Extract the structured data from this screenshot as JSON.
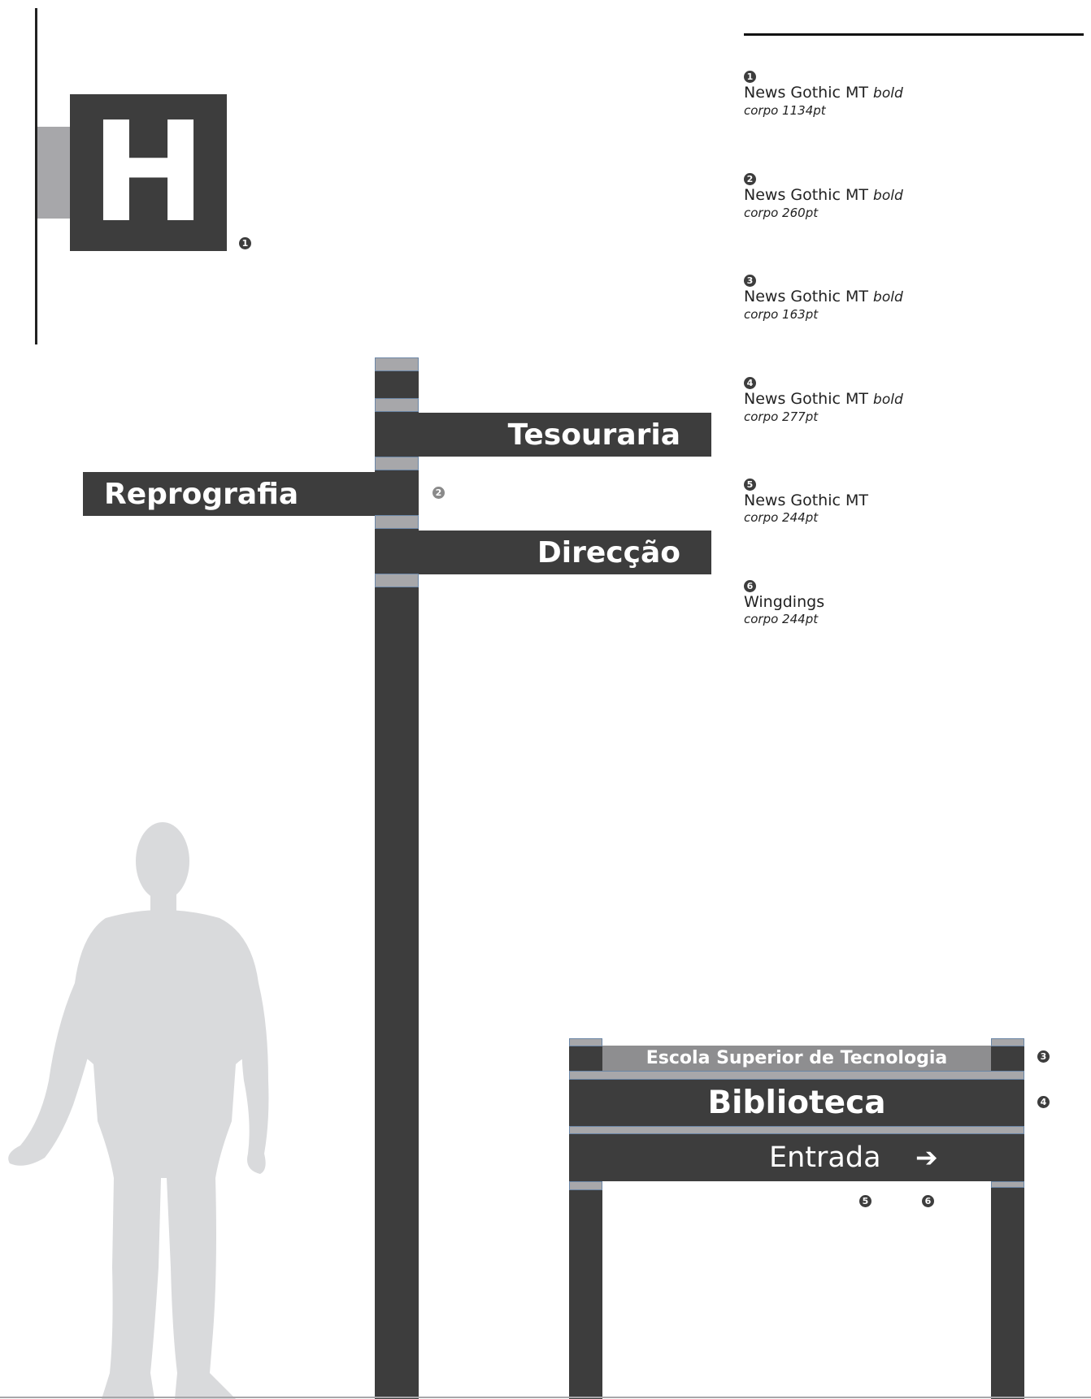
{
  "colors": {
    "sign_dark": "#3d3d3d",
    "cap_gray": "#a7a7aa",
    "silhouette": "#d9dadc",
    "legend_text": "#222222"
  },
  "icons": {
    "h_sign": "hospital-h-icon",
    "arrow": "right-arrow-icon",
    "figure": "human-silhouette-icon"
  },
  "h_sign": {
    "letter": "H",
    "marker": "1"
  },
  "directional": {
    "signs": [
      {
        "label": "Tesouraria"
      },
      {
        "label": "Reprografia"
      },
      {
        "label": "Direcção"
      }
    ],
    "marker": "2"
  },
  "gateway": {
    "header": "Escola Superior de Tecnologia",
    "title": "Biblioteca",
    "subtitle": "Entrada",
    "arrow": "➔",
    "markers": {
      "header": "3",
      "title": "4",
      "subtitle": "5",
      "arrow": "6"
    }
  },
  "legend": [
    {
      "num": "1",
      "font": "News Gothic MT",
      "weight": "bold",
      "size": "corpo 1134pt"
    },
    {
      "num": "2",
      "font": "News Gothic MT",
      "weight": "bold",
      "size": "corpo 260pt"
    },
    {
      "num": "3",
      "font": "News Gothic MT",
      "weight": "bold",
      "size": "corpo 163pt"
    },
    {
      "num": "4",
      "font": "News Gothic MT",
      "weight": "bold",
      "size": "corpo 277pt"
    },
    {
      "num": "5",
      "font": "News Gothic MT",
      "weight": "",
      "size": "corpo 244pt"
    },
    {
      "num": "6",
      "font": "Wingdings",
      "weight": "",
      "size": "corpo 244pt"
    }
  ]
}
